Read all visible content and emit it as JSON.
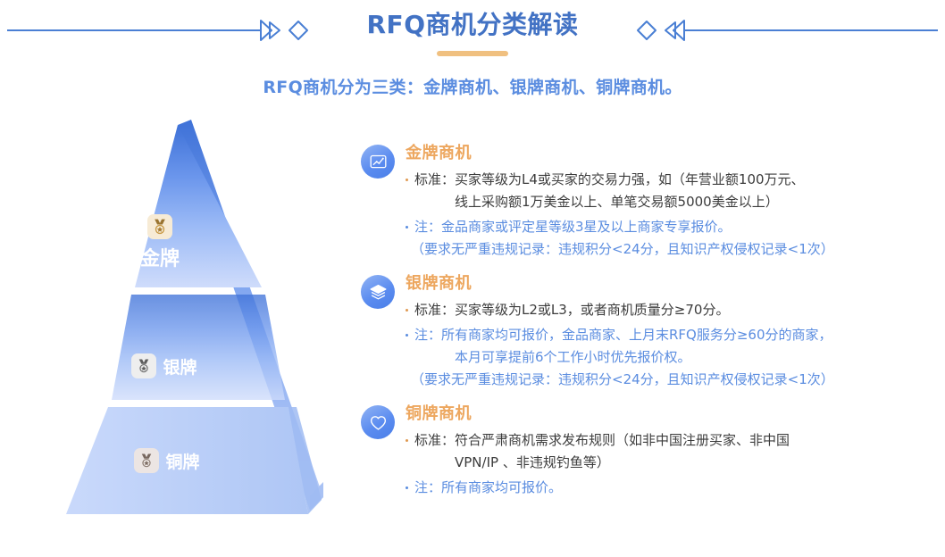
{
  "header": {
    "title": "RFQ商机分类解读",
    "ornament_left": "double-chevron-diamond-ornament",
    "ornament_right": "diamond-double-chevron-ornament",
    "accent_color": "#f0c080",
    "title_color": "#4272c4",
    "rule_color": "#4a7fd4"
  },
  "subtitle": "RFQ商机分为三类：金牌商机、银牌商机、铜牌商机。",
  "pyramid": {
    "tiers": [
      {
        "label": "金牌",
        "icon": "gold-medal-icon",
        "badge_bg": "#f7ebd5"
      },
      {
        "label": "银牌",
        "icon": "silver-medal-icon",
        "badge_bg": "#eeeeee"
      },
      {
        "label": "铜牌",
        "icon": "bronze-medal-icon",
        "badge_bg": "#ece5e3"
      }
    ],
    "face_top_color": "#3f72d8",
    "face_bottom_color": "#cfdcfb",
    "side_color": "#b9cdf7"
  },
  "sections": [
    {
      "icon": "chart-analytics-icon",
      "heading": "金牌商机",
      "lines": [
        {
          "style": "bullet-dark",
          "text": "标准：买家等级为L4或买家的交易力强，如（年营业额100万元、"
        },
        {
          "style": "cont-dark-indent",
          "text": "线上采购额1万美金以上、单笔交易额5000美金以上）"
        },
        {
          "style": "bullet-blue",
          "text": "注：金品商家或评定星等级3星及以上商家专享报价。"
        },
        {
          "style": "cont-blue",
          "text": "（要求无严重违规记录：违规积分<24分，且知识产权侵权记录<1次）"
        }
      ]
    },
    {
      "icon": "layers-stack-icon",
      "heading": "银牌商机",
      "lines": [
        {
          "style": "bullet-dark",
          "text": "标准：买家等级为L2或L3，或者商机质量分≥70分。"
        },
        {
          "style": "bullet-blue",
          "text": "注：所有商家均可报价，金品商家、上月末RFQ服务分≥60分的商家，"
        },
        {
          "style": "cont-blue-indent",
          "text": "本月可享提前6个工作小时优先报价权。"
        },
        {
          "style": "cont-blue",
          "text": "（要求无严重违规记录：违规积分<24分，且知识产权侵权记录<1次）"
        }
      ]
    },
    {
      "icon": "heart-icon",
      "heading": "铜牌商机",
      "lines": [
        {
          "style": "bullet-dark",
          "text": "标准：符合严肃商机需求发布规则（如非中国注册买家、非中国"
        },
        {
          "style": "cont-dark-indent",
          "text": "VPN/IP 、非违规钓鱼等）"
        },
        {
          "style": "bullet-blue",
          "text": "注：所有商家均可报价。"
        }
      ]
    }
  ],
  "colors": {
    "heading_orange": "#eda75f",
    "body_dark": "#3c3c3c",
    "body_blue": "#5b8de0",
    "subtitle_blue": "#5b8de0"
  }
}
